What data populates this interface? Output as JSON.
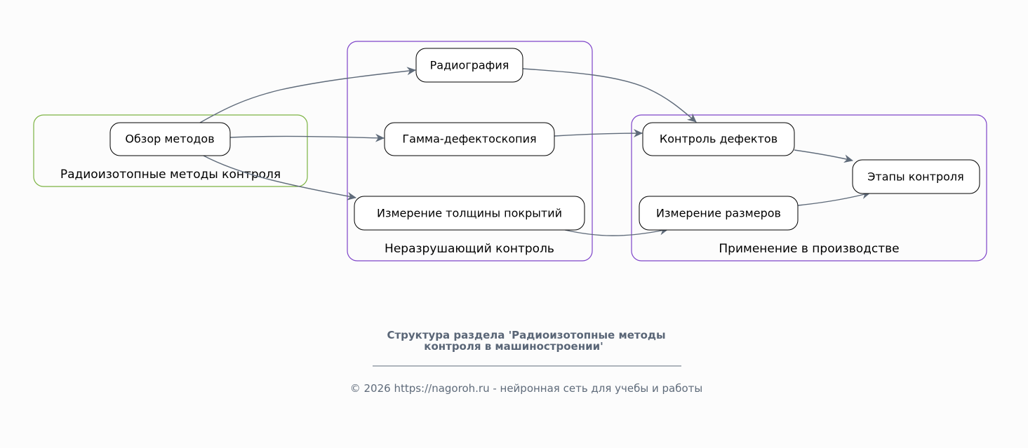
{
  "colors": {
    "background": "#fcfcfc",
    "cluster_green": "#7cb342",
    "cluster_purple": "#7e44c9",
    "edge": "#5f6b7a",
    "title": "#5a6677"
  },
  "clusters": {
    "methods": "Радиоизотопные методы контроля",
    "ndt": "Неразрушающий контроль",
    "production": "Применение в производстве"
  },
  "nodes": {
    "overview": "Обзор методов",
    "radiography": "Радиография",
    "gamma": "Гамма-дефектоскопия",
    "thickness": "Измерение толщины покрытий",
    "defects": "Контроль дефектов",
    "dimensions": "Измерение размеров",
    "stages": "Этапы контроля"
  },
  "edges": [
    {
      "from": "overview",
      "to": "radiography"
    },
    {
      "from": "overview",
      "to": "gamma"
    },
    {
      "from": "overview",
      "to": "thickness"
    },
    {
      "from": "radiography",
      "to": "defects"
    },
    {
      "from": "gamma",
      "to": "defects"
    },
    {
      "from": "thickness",
      "to": "dimensions"
    },
    {
      "from": "defects",
      "to": "stages"
    },
    {
      "from": "dimensions",
      "to": "stages"
    }
  ],
  "footer": {
    "title_line1": "Структура раздела 'Радиоизотопные методы",
    "title_line2": "контроля в машиностроении'",
    "copyright": "© 2026 https://nagoroh.ru - нейронная сеть для учебы и работы"
  }
}
